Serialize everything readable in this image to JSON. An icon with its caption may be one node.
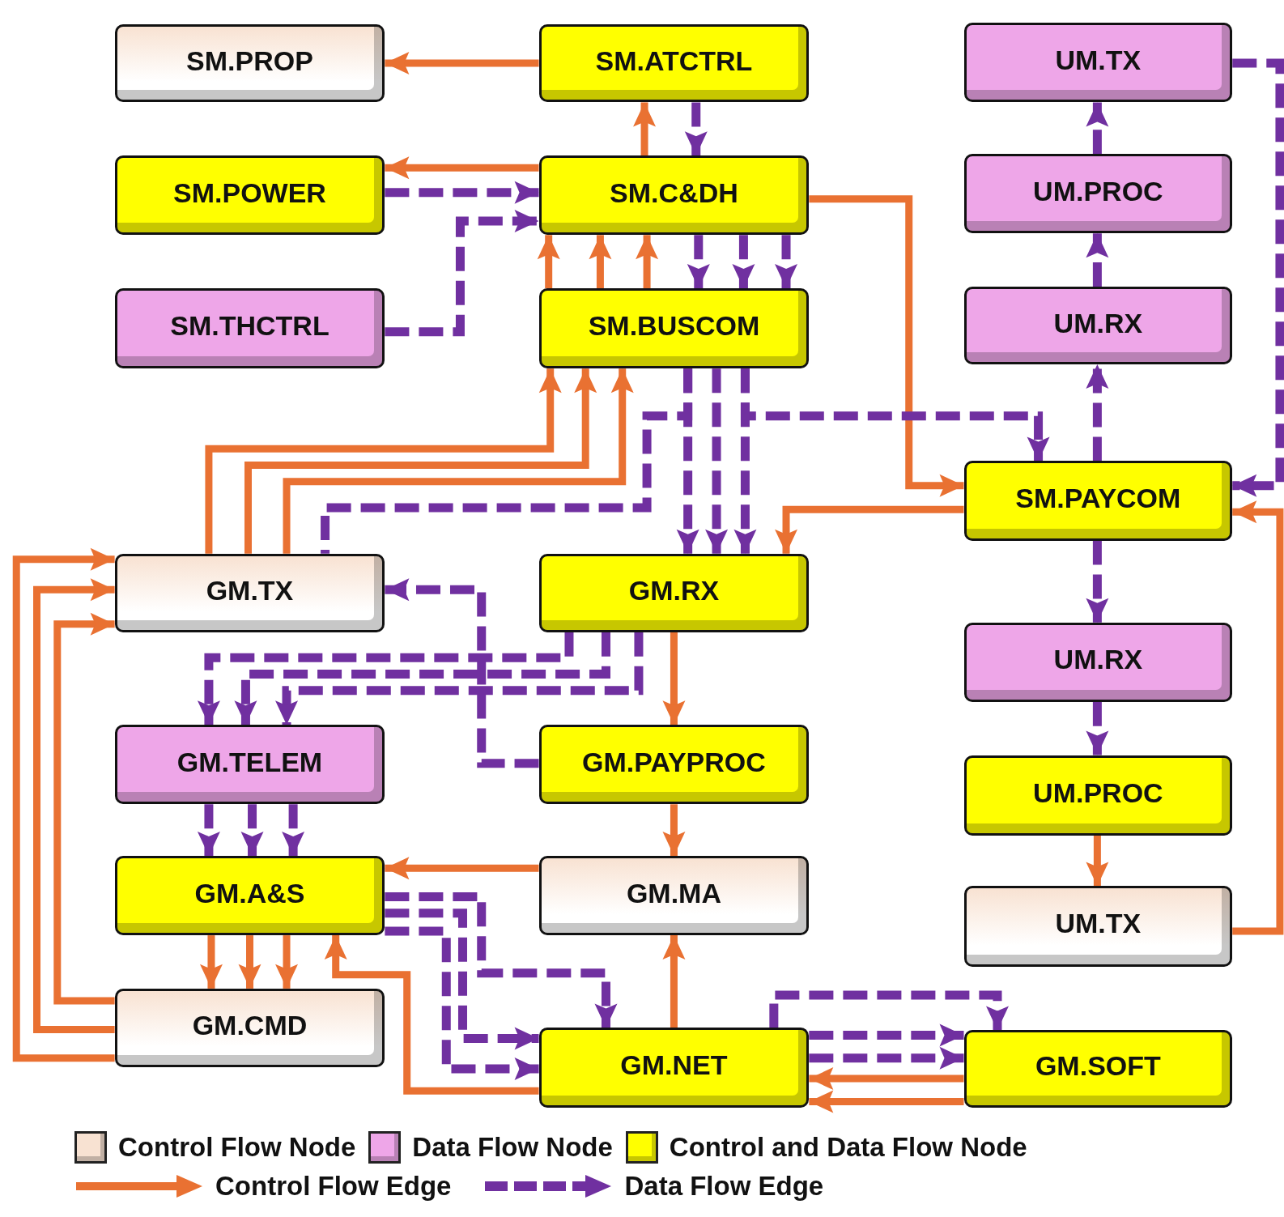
{
  "diagram": {
    "nodes": [
      {
        "text": [
          "SM.PROP"
        ]
      },
      {
        "text": [
          "SM.ATCTRL"
        ]
      },
      {
        "text": [
          "UM.TX"
        ]
      },
      {
        "text": [
          "SM.POWER"
        ]
      },
      {
        "text": [
          "SM.C&DH"
        ]
      },
      {
        "text": [
          "UM.PROC"
        ]
      },
      {
        "text": [
          "SM.THCTRL"
        ]
      },
      {
        "text": [
          "SM.BUSCOM"
        ]
      },
      {
        "text": [
          "UM.RX"
        ]
      },
      {
        "text": [
          "SM.PAYCOM"
        ]
      },
      {
        "text": [
          "GM.TX"
        ]
      },
      {
        "text": [
          "GM.RX"
        ]
      },
      {
        "text": [
          "UM.RX"
        ]
      },
      {
        "text": [
          "GM.TELEM"
        ]
      },
      {
        "text": [
          "GM.PAYPROC"
        ]
      },
      {
        "text": [
          "UM.PROC"
        ]
      },
      {
        "text": [
          "GM.A&S"
        ]
      },
      {
        "text": [
          "GM.MA"
        ]
      },
      {
        "text": [
          "UM.TX"
        ]
      },
      {
        "text": [
          "GM.CMD"
        ]
      },
      {
        "text": [
          "GM.NET"
        ]
      },
      {
        "text": [
          "GM.SOFT"
        ]
      }
    ],
    "edges": [
      {
        "from": 1,
        "to": 0,
        "arrow": "to",
        "color": "#e97132"
      },
      {
        "from": 4,
        "to": 1,
        "arrow": "to",
        "color": "#e97132"
      },
      {
        "from": 1,
        "to": 4,
        "arrow": "to",
        "style": "dashed",
        "color": "#7030a0"
      },
      {
        "from": 4,
        "to": 3,
        "arrow": "to",
        "color": "#e97132"
      },
      {
        "from": 3,
        "to": 4,
        "arrow": "to",
        "style": "dashed",
        "color": "#7030a0"
      },
      {
        "from": 6,
        "to": 4,
        "arrow": "to",
        "style": "dashed",
        "color": "#7030a0"
      },
      {
        "from": 7,
        "to": 4,
        "arrow": "to",
        "color": "#e97132"
      },
      {
        "from": 7,
        "to": 4,
        "arrow": "to",
        "color": "#e97132"
      },
      {
        "from": 7,
        "to": 4,
        "arrow": "to",
        "color": "#e97132"
      },
      {
        "from": 4,
        "to": 7,
        "arrow": "to",
        "style": "dashed",
        "color": "#7030a0"
      },
      {
        "from": 4,
        "to": 7,
        "arrow": "to",
        "style": "dashed",
        "color": "#7030a0"
      },
      {
        "from": 4,
        "to": 7,
        "arrow": "to",
        "style": "dashed",
        "color": "#7030a0"
      },
      {
        "from": 4,
        "to": 9,
        "arrow": "to",
        "color": "#e97132"
      },
      {
        "from": 2,
        "to": 9,
        "arrow": "to",
        "style": "dashed",
        "color": "#7030a0"
      },
      {
        "from": 5,
        "to": 2,
        "arrow": "to",
        "style": "dashed",
        "color": "#7030a0"
      },
      {
        "from": 8,
        "to": 5,
        "arrow": "to",
        "style": "dashed",
        "color": "#7030a0"
      },
      {
        "from": 9,
        "to": 8,
        "arrow": "to",
        "style": "dashed",
        "color": "#7030a0"
      },
      {
        "from": 7,
        "to": 9,
        "arrow": "to",
        "style": "dashed",
        "color": "#7030a0"
      },
      {
        "from": 7,
        "to": 11,
        "arrow": "to",
        "style": "dashed",
        "color": "#7030a0"
      },
      {
        "from": 7,
        "to": 11,
        "arrow": "to",
        "style": "dashed",
        "color": "#7030a0"
      },
      {
        "from": 7,
        "to": 11,
        "arrow": "to",
        "style": "dashed",
        "color": "#7030a0"
      },
      {
        "from": 7,
        "to": 10,
        "arrow": "none",
        "style": "dashed",
        "color": "#7030a0"
      },
      {
        "from": 10,
        "to": 7,
        "arrow": "to",
        "color": "#e97132"
      },
      {
        "from": 10,
        "to": 7,
        "arrow": "to",
        "color": "#e97132"
      },
      {
        "from": 10,
        "to": 7,
        "arrow": "to",
        "color": "#e97132"
      },
      {
        "from": 9,
        "to": 11,
        "arrow": "to",
        "color": "#e97132"
      },
      {
        "from": 9,
        "to": 12,
        "arrow": "to",
        "style": "dashed",
        "color": "#7030a0"
      },
      {
        "from": 12,
        "to": 15,
        "arrow": "to",
        "style": "dashed",
        "color": "#7030a0"
      },
      {
        "from": 15,
        "to": 18,
        "arrow": "to",
        "color": "#e97132"
      },
      {
        "from": 18,
        "to": 9,
        "arrow": "to",
        "color": "#e97132"
      },
      {
        "from": 14,
        "to": 10,
        "arrow": "to",
        "style": "dashed",
        "color": "#7030a0"
      },
      {
        "from": 11,
        "to": 13,
        "arrow": "to",
        "style": "dashed",
        "color": "#7030a0"
      },
      {
        "from": 11,
        "to": 13,
        "arrow": "to",
        "style": "dashed",
        "color": "#7030a0"
      },
      {
        "from": 11,
        "to": 13,
        "arrow": "to",
        "style": "dashed",
        "color": "#7030a0"
      },
      {
        "from": 11,
        "to": 14,
        "arrow": "to",
        "color": "#e97132"
      },
      {
        "from": 14,
        "to": 17,
        "arrow": "to",
        "color": "#e97132"
      },
      {
        "from": 13,
        "to": 16,
        "arrow": "to",
        "style": "dashed",
        "color": "#7030a0"
      },
      {
        "from": 13,
        "to": 16,
        "arrow": "to",
        "style": "dashed",
        "color": "#7030a0"
      },
      {
        "from": 13,
        "to": 16,
        "arrow": "to",
        "style": "dashed",
        "color": "#7030a0"
      },
      {
        "from": 17,
        "to": 16,
        "arrow": "to",
        "color": "#e97132"
      },
      {
        "from": 16,
        "to": 19,
        "arrow": "to",
        "color": "#e97132"
      },
      {
        "from": 16,
        "to": 19,
        "arrow": "to",
        "color": "#e97132"
      },
      {
        "from": 16,
        "to": 19,
        "arrow": "to",
        "color": "#e97132"
      },
      {
        "from": 19,
        "to": 10,
        "arrow": "to",
        "color": "#e97132"
      },
      {
        "from": 19,
        "to": 10,
        "arrow": "to",
        "color": "#e97132"
      },
      {
        "from": 19,
        "to": 10,
        "arrow": "to",
        "color": "#e97132"
      },
      {
        "from": 16,
        "to": 20,
        "arrow": "to",
        "style": "dashed",
        "color": "#7030a0"
      },
      {
        "from": 16,
        "to": 20,
        "arrow": "to",
        "style": "dashed",
        "color": "#7030a0"
      },
      {
        "from": 16,
        "to": 20,
        "arrow": "to",
        "style": "dashed",
        "color": "#7030a0"
      },
      {
        "from": 20,
        "to": 16,
        "arrow": "to",
        "color": "#e97132"
      },
      {
        "from": 20,
        "to": 17,
        "arrow": "to",
        "color": "#e97132"
      },
      {
        "from": 20,
        "to": 21,
        "arrow": "to",
        "style": "dashed",
        "color": "#7030a0"
      },
      {
        "from": 20,
        "to": 21,
        "arrow": "to",
        "style": "dashed",
        "color": "#7030a0"
      },
      {
        "from": 20,
        "to": 21,
        "arrow": "to",
        "style": "dashed",
        "color": "#7030a0"
      },
      {
        "from": 21,
        "to": 20,
        "arrow": "to",
        "color": "#e97132"
      },
      {
        "from": 21,
        "to": 20,
        "arrow": "to",
        "color": "#e97132"
      }
    ],
    "legend": [
      {
        "text": "Control Flow Node",
        "color": "#f8e2d2"
      },
      {
        "text": "Data Flow Node",
        "color": "#eea6e8"
      },
      {
        "text": "Control and Data Flow Node",
        "color": "#ffff00"
      },
      {
        "text": "Control Flow Edge"
      },
      {
        "text": "Data Flow Edge"
      }
    ]
  }
}
